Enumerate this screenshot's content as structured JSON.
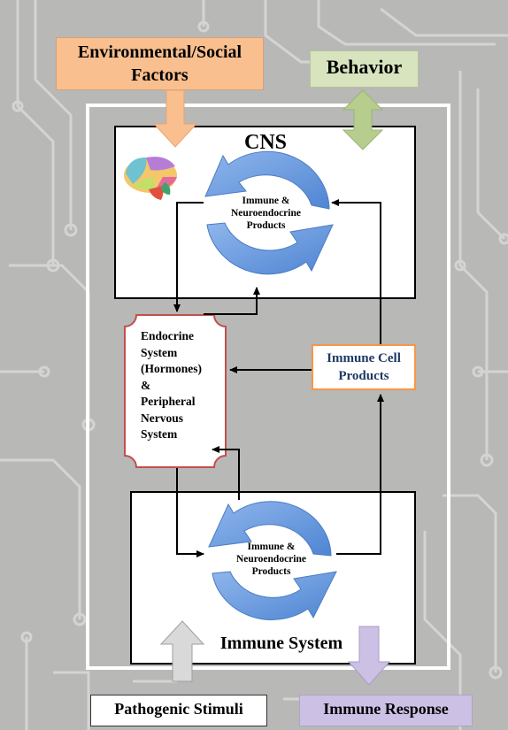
{
  "env_factors": "Environmental/Social\nFactors",
  "behavior": "Behavior",
  "cns": {
    "title": "CNS",
    "cycle_label": "Immune &\nNeuroendocrine\nProducts"
  },
  "immune_system": {
    "title": "Immune System",
    "cycle_label": "Immune &\nNeuroendocrine\nProducts"
  },
  "endocrine": "Endocrine\nSystem\n(Hormones)\n&\nPeripheral\nNervous\nSystem",
  "immune_cell_products": "Immune Cell\nProducts",
  "pathogenic_stimuli": "Pathogenic Stimuli",
  "immune_response": "Immune Response",
  "colors": {
    "env_factors_fill": "#f9bf8f",
    "behavior_fill": "#d7e4bd",
    "cycle_arrow": "#6f9ee0",
    "immune_cell_border": "#f79646",
    "immune_cell_text": "#1f3864",
    "endocrine_border": "#c0504d",
    "pathogenic_arrow": "#d9d9d9",
    "immune_response_fill": "#ccc1e4"
  }
}
